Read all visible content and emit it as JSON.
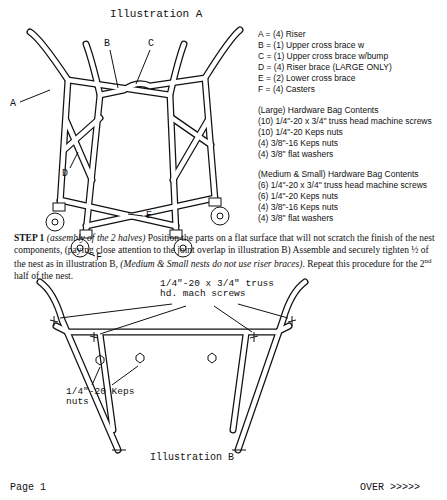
{
  "diagram": {
    "labels": [
      "Illustration A",
      "A",
      "B",
      "C",
      "D",
      "E",
      "F",
      "A = (4) Riser",
      "B = (1) Upper cross brace w",
      "C = (1) Upper cross brace w/bump",
      "D = (4) Riser brace (LARGE ONLY)",
      "E = (2) Lower cross brace",
      "F = (4) Casters",
      "(Large) Hardware Bag Contents",
      "(10) 1/4\"-20 x 3/4\" truss head machine screws",
      "(10) 1/4\"-20 Keps nuts",
      "(4) 3/8\"-16 Keps nuts",
      "(4) 3/8\" flat washers",
      "(Medium & Small) Hardware Bag Contents",
      "(6) 1/4\"-20 x 3/4\" truss head machine screws",
      "(6) 1/4\"-20 Keps nuts",
      "(4) 3/8\"-16 Keps nuts",
      "(4) 3/8\" flat washers",
      "STEP 1",
      "(assembly of the 2 halves)",
      "Position the parts on a flat surface that will not scratch the finish of the nest components, (paying close attention to the joint overlap in illustration B) Assemble and securely tighten ½ of the nest as in illustration B,",
      "(Medium & Small nests do not use riser braces)",
      ". Repeat this procedure for the 2",
      "nd",
      "half of the nest.",
      "1/4\"-20 x 3/4\" truss hd. mach screws",
      "1/4\"-20 Keps nuts",
      "Illustration B",
      "Page 1",
      "OVER >>>>>"
    ]
  }
}
